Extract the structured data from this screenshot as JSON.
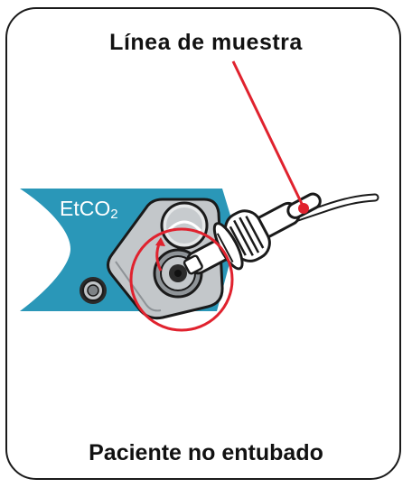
{
  "labels": {
    "sample_line": "Línea de muestra",
    "port_main": "EtCO",
    "port_sub": "2",
    "caption": "Paciente no entubado"
  },
  "colors": {
    "panel": "#2a97b8",
    "panel_dark": "#1f7c99",
    "callout": "#e0222e",
    "outline": "#1a1a1a",
    "port_face": "#b8bcbf"
  },
  "icons": {
    "rotation_arrow": "curved-arrow-icon",
    "connector": "luer-lock-connector"
  }
}
